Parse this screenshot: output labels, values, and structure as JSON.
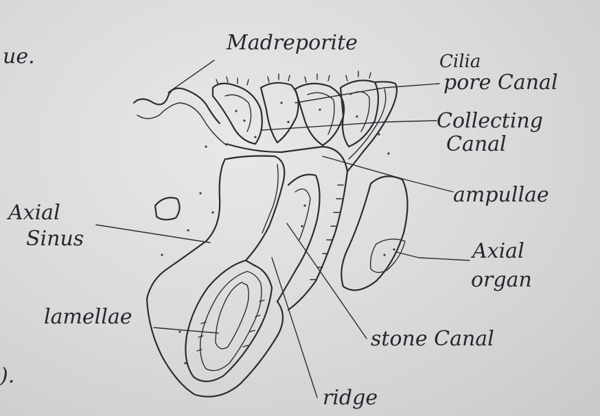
{
  "labels": {
    "madreporite": "Madreporite",
    "ciliated_pore_canal_1": "Cilia",
    "ciliated_pore_canal_2": "pore Canal",
    "collecting_canal_1": "Collecting",
    "collecting_canal_2": "Canal",
    "ampullae": "ampullae",
    "axial_sinus_1": "Axial",
    "axial_sinus_2": "Sinus",
    "axial_organ_1": "Axial",
    "axial_organ_2": "organ",
    "lamellae": "lamellae",
    "stone_canal": "stone Canal",
    "ridge": "ridge"
  },
  "margin_marks": {
    "top_left": "ue.",
    "bottom_left": ")."
  },
  "colors": {
    "ink": "#2a2a33",
    "paper": "#dcdcdc"
  }
}
